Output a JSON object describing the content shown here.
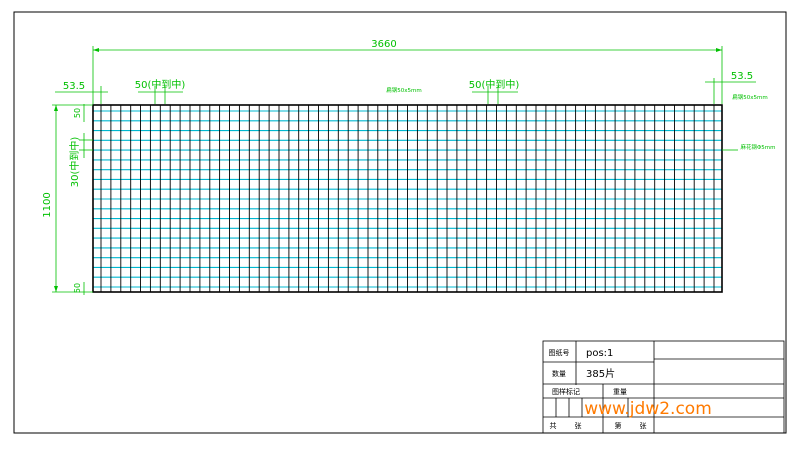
{
  "drawing": {
    "overall_width": "3660",
    "overall_height": "1100",
    "end_margin_left": "53.5",
    "end_margin_right": "53.5",
    "bar_spacing_left": "50(中到中)",
    "bar_spacing_right": "50(中到中)",
    "crossbar_spacing": "30(中到中)",
    "top_edge_small": "50",
    "bottom_edge_small": "50",
    "flat_bar_note_center": "扁钢50x5mm",
    "flat_bar_note_right": "扁钢50x5mm",
    "twisted_bar_note": "麻花钢Φ5mm",
    "bar_count": 63,
    "crossbar_count": 19
  },
  "title_block": {
    "drawing_no_label": "图纸号",
    "drawing_no_value": "pos:1",
    "quantity_label": "数量",
    "quantity_value": "385片",
    "sample_mark_label": "图样标记",
    "weight_label": "重量",
    "total_label": "共",
    "sheets_label": "张",
    "sheet_label": "第",
    "sheet_unit_label": "张"
  },
  "watermark": {
    "text": "www.jdw2.com"
  },
  "colors": {
    "dimension": "#00c000",
    "crossbar": "#00b8d0",
    "bar": "#000000",
    "frame": "#000000",
    "watermark": "#ff7a00"
  }
}
